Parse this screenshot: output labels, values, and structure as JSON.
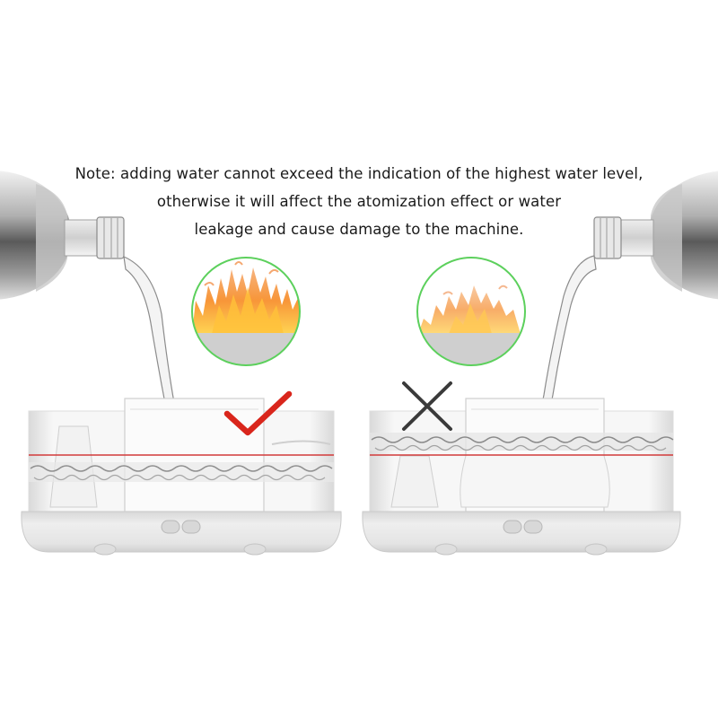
{
  "note": {
    "lines": [
      "Note: adding water cannot exceed the indication of the highest water level,",
      "otherwise it will affect the atomization effect or water",
      "leakage and cause damage to the machine."
    ]
  },
  "panels": [
    {
      "id": "correct",
      "verdict": "correct",
      "mark_icon": "checkmark-icon",
      "mark_color": "#d9261c",
      "water_level": "below-max-line",
      "flame_preview": "full-flame"
    },
    {
      "id": "incorrect",
      "verdict": "incorrect",
      "mark_icon": "cross-icon",
      "mark_color": "#3a3a3a",
      "water_level": "above-max-line",
      "flame_preview": "weak-flame"
    }
  ],
  "colors": {
    "max_line": "#d23a3a",
    "circle_border": "#5cd05c",
    "flame_orange": "#f48a2a",
    "flame_yellow": "#ffc03a",
    "base_gray": "#e6e6e6"
  }
}
